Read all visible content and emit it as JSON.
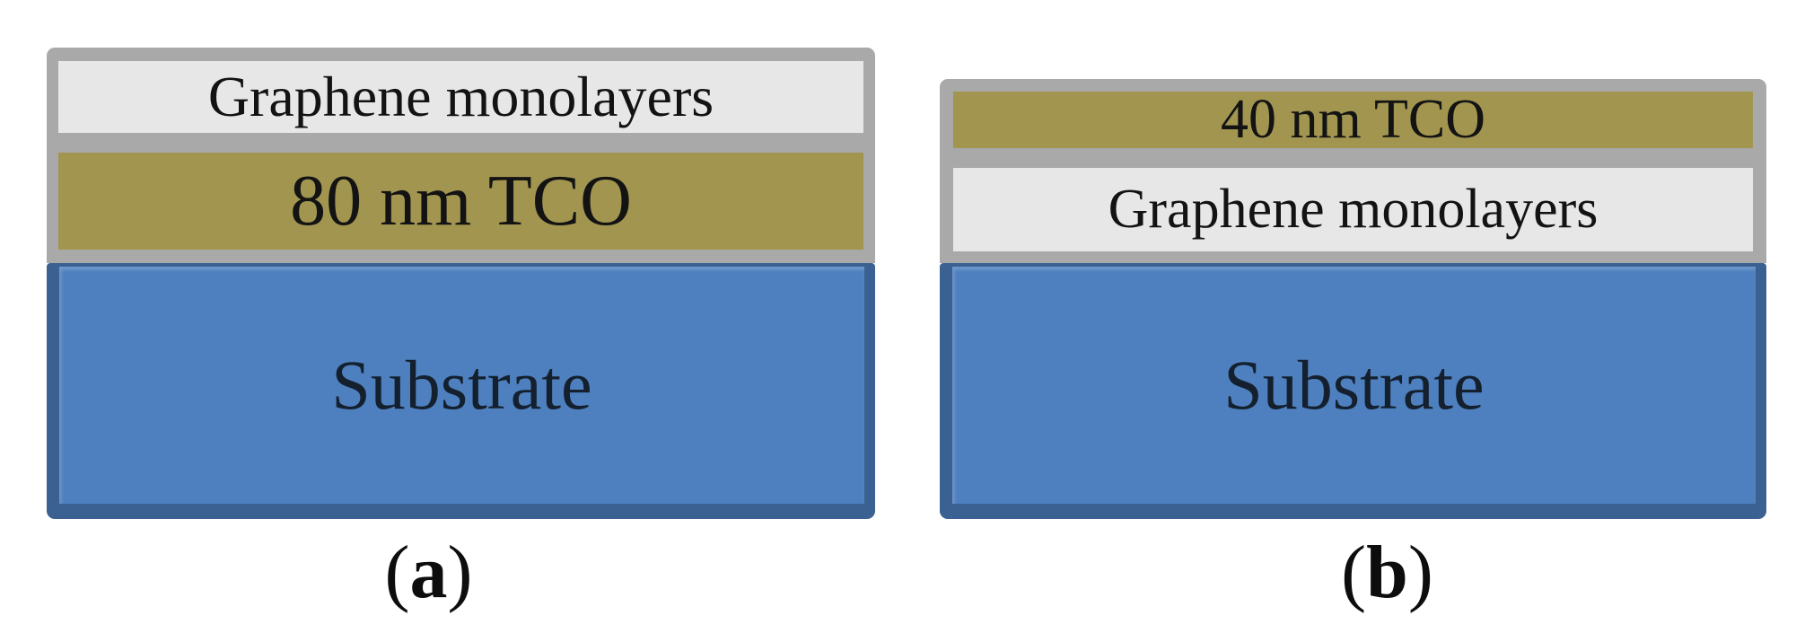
{
  "figure": {
    "panels": [
      {
        "id": "a",
        "caption_open": "(",
        "caption_letter": "a",
        "caption_close": ")",
        "layers": [
          {
            "name": "graphene",
            "label": "Graphene monolayers"
          },
          {
            "name": "tco",
            "label": "80 nm TCO"
          },
          {
            "name": "substrate",
            "label": "Substrate"
          }
        ]
      },
      {
        "id": "b",
        "caption_open": "(",
        "caption_letter": "b",
        "caption_close": ")",
        "layers": [
          {
            "name": "tco",
            "label": "40 nm TCO"
          },
          {
            "name": "graphene",
            "label": "Graphene monolayers"
          },
          {
            "name": "substrate",
            "label": "Substrate"
          }
        ]
      }
    ]
  },
  "colors": {
    "tco_fill": "#a19550",
    "graphene_fill": "#e7e7e7",
    "frame_gray": "#a9a9a9",
    "substrate_fill": "#4e80bf",
    "substrate_border": "#3a6191",
    "background": "#ffffff",
    "text": "#131313"
  }
}
